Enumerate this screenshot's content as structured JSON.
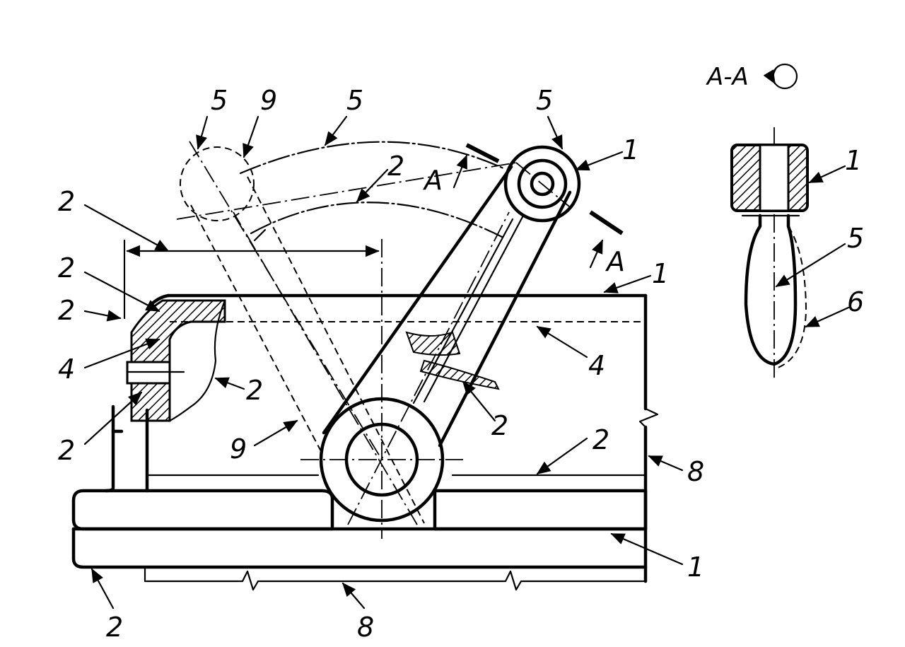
{
  "labels": {
    "n1": "1",
    "n2": "2",
    "n4": "4",
    "n5": "5",
    "n6": "6",
    "n8": "8",
    "n9": "9",
    "section_mark": "A",
    "section_title": "A-A"
  }
}
